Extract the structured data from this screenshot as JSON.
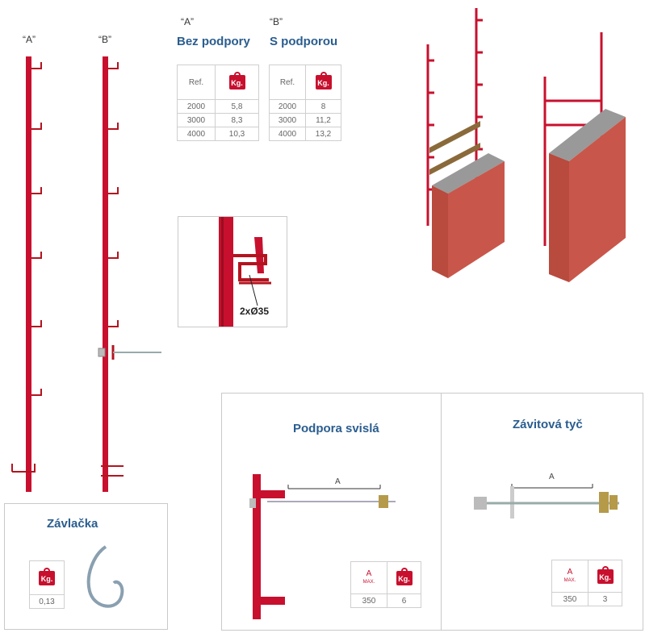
{
  "labels": {
    "a_left": "“A”",
    "b_left": "“B”",
    "a_top": "“A”",
    "b_top": "“B”"
  },
  "titles": {
    "bez": "Bez podpory",
    "s": "S podporou"
  },
  "table_a": {
    "header_ref": "Ref.",
    "header_kg": "Kg.",
    "rows": [
      [
        "2000",
        "5,8"
      ],
      [
        "3000",
        "8,3"
      ],
      [
        "4000",
        "10,3"
      ]
    ]
  },
  "table_b": {
    "header_ref": "Ref.",
    "header_kg": "Kg.",
    "rows": [
      [
        "2000",
        "8"
      ],
      [
        "3000",
        "11,2"
      ],
      [
        "4000",
        "13,2"
      ]
    ]
  },
  "detail": {
    "label": "2xØ35"
  },
  "zavlacka": {
    "title": "Závlačka",
    "kg": "Kg.",
    "weight": "0,13"
  },
  "podpora": {
    "title": "Podpora svislá",
    "dim": "A",
    "a": "A",
    "a_sub": "MAX.",
    "kg": "Kg.",
    "a_val": "350",
    "kg_val": "6"
  },
  "zavitova": {
    "title": "Závitová tyč",
    "dim": "A",
    "a": "A",
    "a_sub": "MAX.",
    "kg": "Kg.",
    "a_val": "350",
    "kg_val": "3"
  },
  "colors": {
    "red": "#c8102e",
    "title_blue": "#2a5d8f",
    "brick": "#c9564a",
    "wood": "#8a6a3a"
  }
}
